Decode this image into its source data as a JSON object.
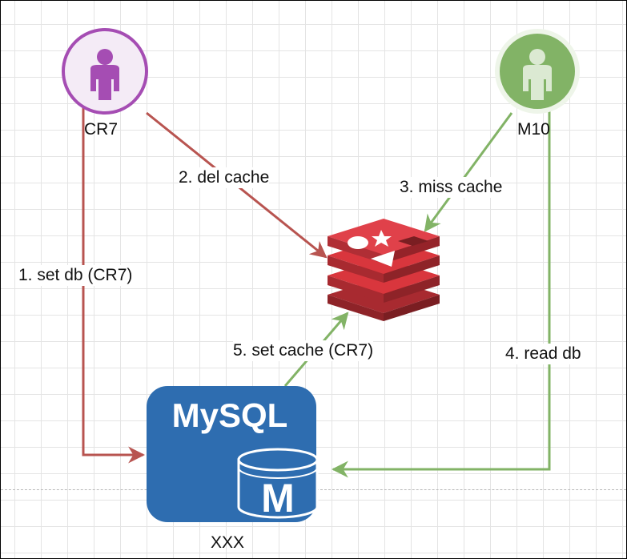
{
  "nodes": {
    "user_a": {
      "label": "CR7",
      "color": "#a54db3",
      "ring": "#f4ebf6"
    },
    "user_b": {
      "label": "M10",
      "color": "#82b366",
      "ring": "#eef5e9"
    },
    "mysql": {
      "logo_text": "MySQL",
      "badge_letter": "M",
      "caption": "XXX",
      "color": "#2e6db0"
    },
    "cache": {
      "color": "#c9343a"
    }
  },
  "edges": {
    "set_db": {
      "label": "1. set db (CR7)",
      "color": "#b85450"
    },
    "del_cache": {
      "label": "2. del cache",
      "color": "#b85450"
    },
    "miss_cache": {
      "label": "3. miss cache",
      "color": "#82b366"
    },
    "read_db": {
      "label": "4. read db",
      "color": "#82b366"
    },
    "set_cache": {
      "label": "5. set cache (CR7)",
      "color": "#82b366"
    }
  }
}
